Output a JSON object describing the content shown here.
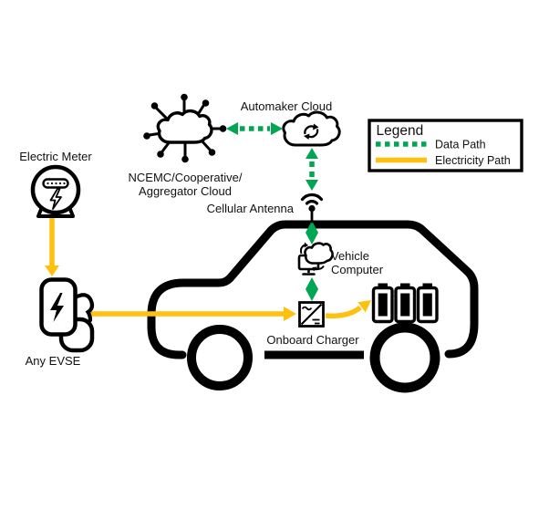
{
  "diagram": {
    "title_hint": "EV managed charging data and electricity path diagram",
    "labels": {
      "electric_meter": "Electric Meter",
      "any_evse": "Any EVSE",
      "ncemc_line1": "NCEMC/Cooperative/",
      "ncemc_line2": "Aggregator Cloud",
      "automaker_cloud": "Automaker Cloud",
      "cellular_antenna": "Cellular Antenna",
      "vehicle_computer_line1": "Vehicle",
      "vehicle_computer_line2": "Computer",
      "onboard_charger": "Onboard Charger"
    },
    "legend": {
      "title": "Legend",
      "items": [
        {
          "label": "Data Path",
          "style": "dashed",
          "color": "#00A651"
        },
        {
          "label": "Electricity Path",
          "style": "solid",
          "color": "#FFC10E"
        }
      ]
    },
    "colors": {
      "data_path_green": "#00A651",
      "electricity_yellow": "#FFC10E",
      "outline_black": "#000000",
      "background": "#FFFFFF"
    }
  }
}
